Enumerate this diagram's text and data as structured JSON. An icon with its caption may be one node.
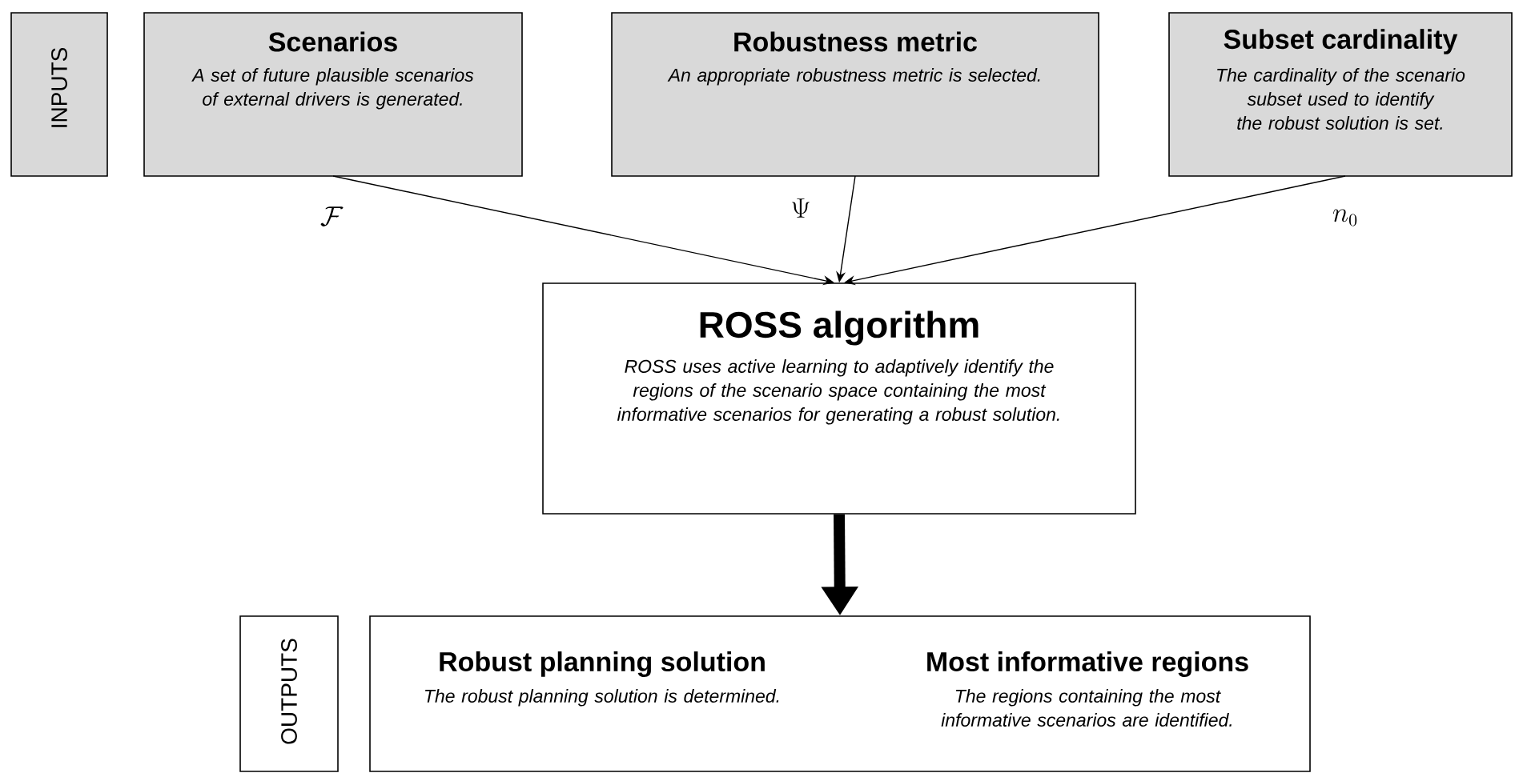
{
  "diagram": {
    "nodes": [
      {
        "text": [
          "INPUTS"
        ]
      },
      {
        "text": [
          "Scenarios",
          "A set of future plausible scenarios of external drivers is generated."
        ]
      },
      {
        "text": [
          "Robustness metric",
          "An appropriate robustness metric is selected."
        ]
      },
      {
        "text": [
          "Subset cardinality",
          "The cardinality of the scenario subset used to identify the robust solution is set."
        ]
      },
      {
        "text": [
          "ROSS algorithm",
          "ROSS uses active learning to adaptively identify the regions of the scenario space containing the most informative scenarios for generating a robust solution."
        ]
      },
      {
        "text": [
          "OUTPUTS"
        ]
      },
      {
        "text": [
          "Robust planning solution",
          "The robust planning solution is determined.",
          "Most informative regions",
          "The regions containing the most informative scenarios are identified."
        ]
      }
    ],
    "edges": [
      {
        "from": 1,
        "to": 4,
        "arrow": "to",
        "label": "\\mathcal{F}"
      },
      {
        "from": 2,
        "to": 4,
        "arrow": "to",
        "label": "\\Psi"
      },
      {
        "from": 3,
        "to": 4,
        "arrow": "to",
        "label": "n_0"
      },
      {
        "from": 4,
        "to": 6,
        "arrow": "to",
        "style": "thick"
      }
    ]
  }
}
